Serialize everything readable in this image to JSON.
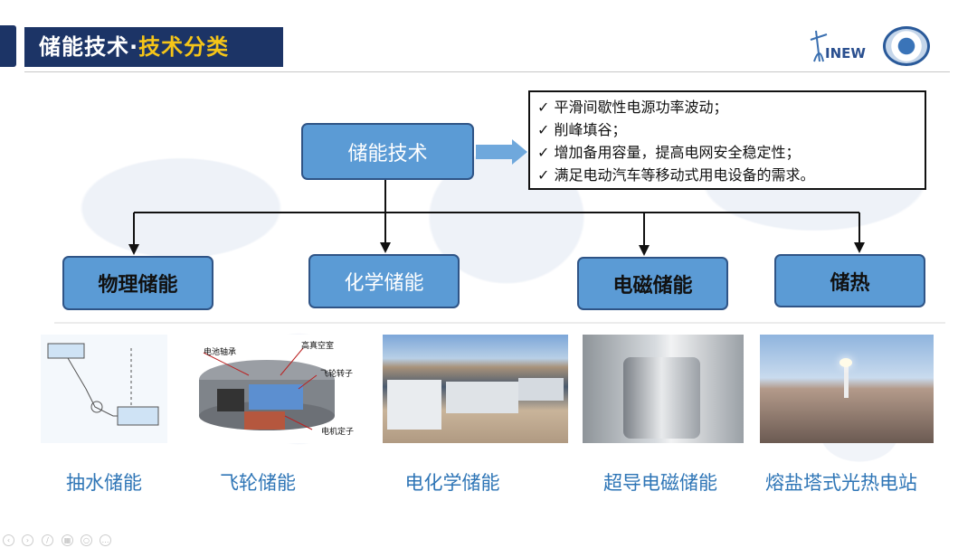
{
  "header": {
    "title_main": "储能技术·",
    "title_highlight": "技术分类",
    "logo_text": "INEW"
  },
  "root_node": "储能技术",
  "benefits": [
    "✓  平滑间歇性电源功率波动；",
    "✓  削峰填谷；",
    "✓  增加备用容量，提高电网安全稳定性；",
    "✓  满足电动汽车等移动式用电设备的需求。"
  ],
  "categories": [
    "物理储能",
    "化学储能",
    "电磁储能",
    "储热"
  ],
  "examples": [
    "抽水储能",
    "飞轮储能",
    "电化学储能",
    "超导电磁储能",
    "熔盐塔式光热电站"
  ],
  "flywheel_labels": [
    "电池轴承",
    "高真空室",
    "飞轮转子",
    "电机定子"
  ],
  "colors": {
    "navy": "#1c3466",
    "accent": "#f5c518",
    "node": "#5b9bd5",
    "caption": "#2e75b6"
  }
}
